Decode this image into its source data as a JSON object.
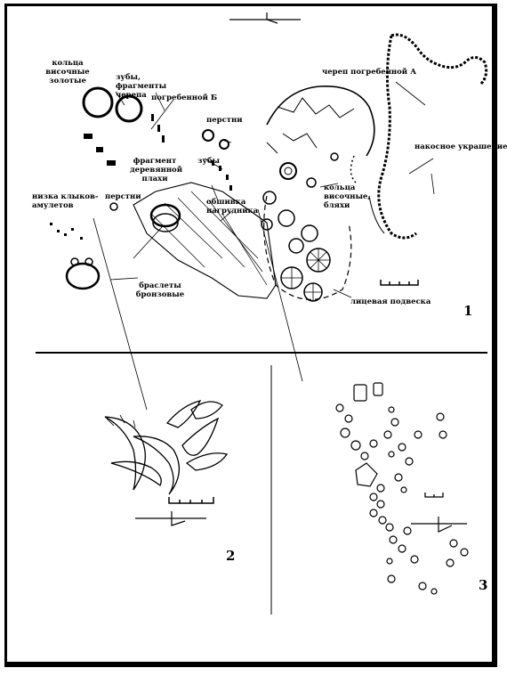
{
  "figure": {
    "panel_numbers": [
      "1",
      "2",
      "3"
    ],
    "labels": {
      "kolca_zolotye": "кольца височные золотые",
      "zuby_cherep": "зубы, фрагменты черепа",
      "pogrebennoy_b": "погребенной Б",
      "cherep_a": "череп погребенной А",
      "perstni_top": "перстни",
      "fragment_plakhi": "фрагмент деревянной плахи",
      "zuby": "зубы",
      "nakosnoe": "накосное украшение",
      "nizka": "низка клыков-амулетов",
      "perstni_left": "перстни",
      "obshivka": "обшивка нагрудника",
      "kolca_blyakhi": "кольца височные, бляхи",
      "braslety": "браслеты бронзовые",
      "licevaya": "лицевая подвеска"
    }
  }
}
